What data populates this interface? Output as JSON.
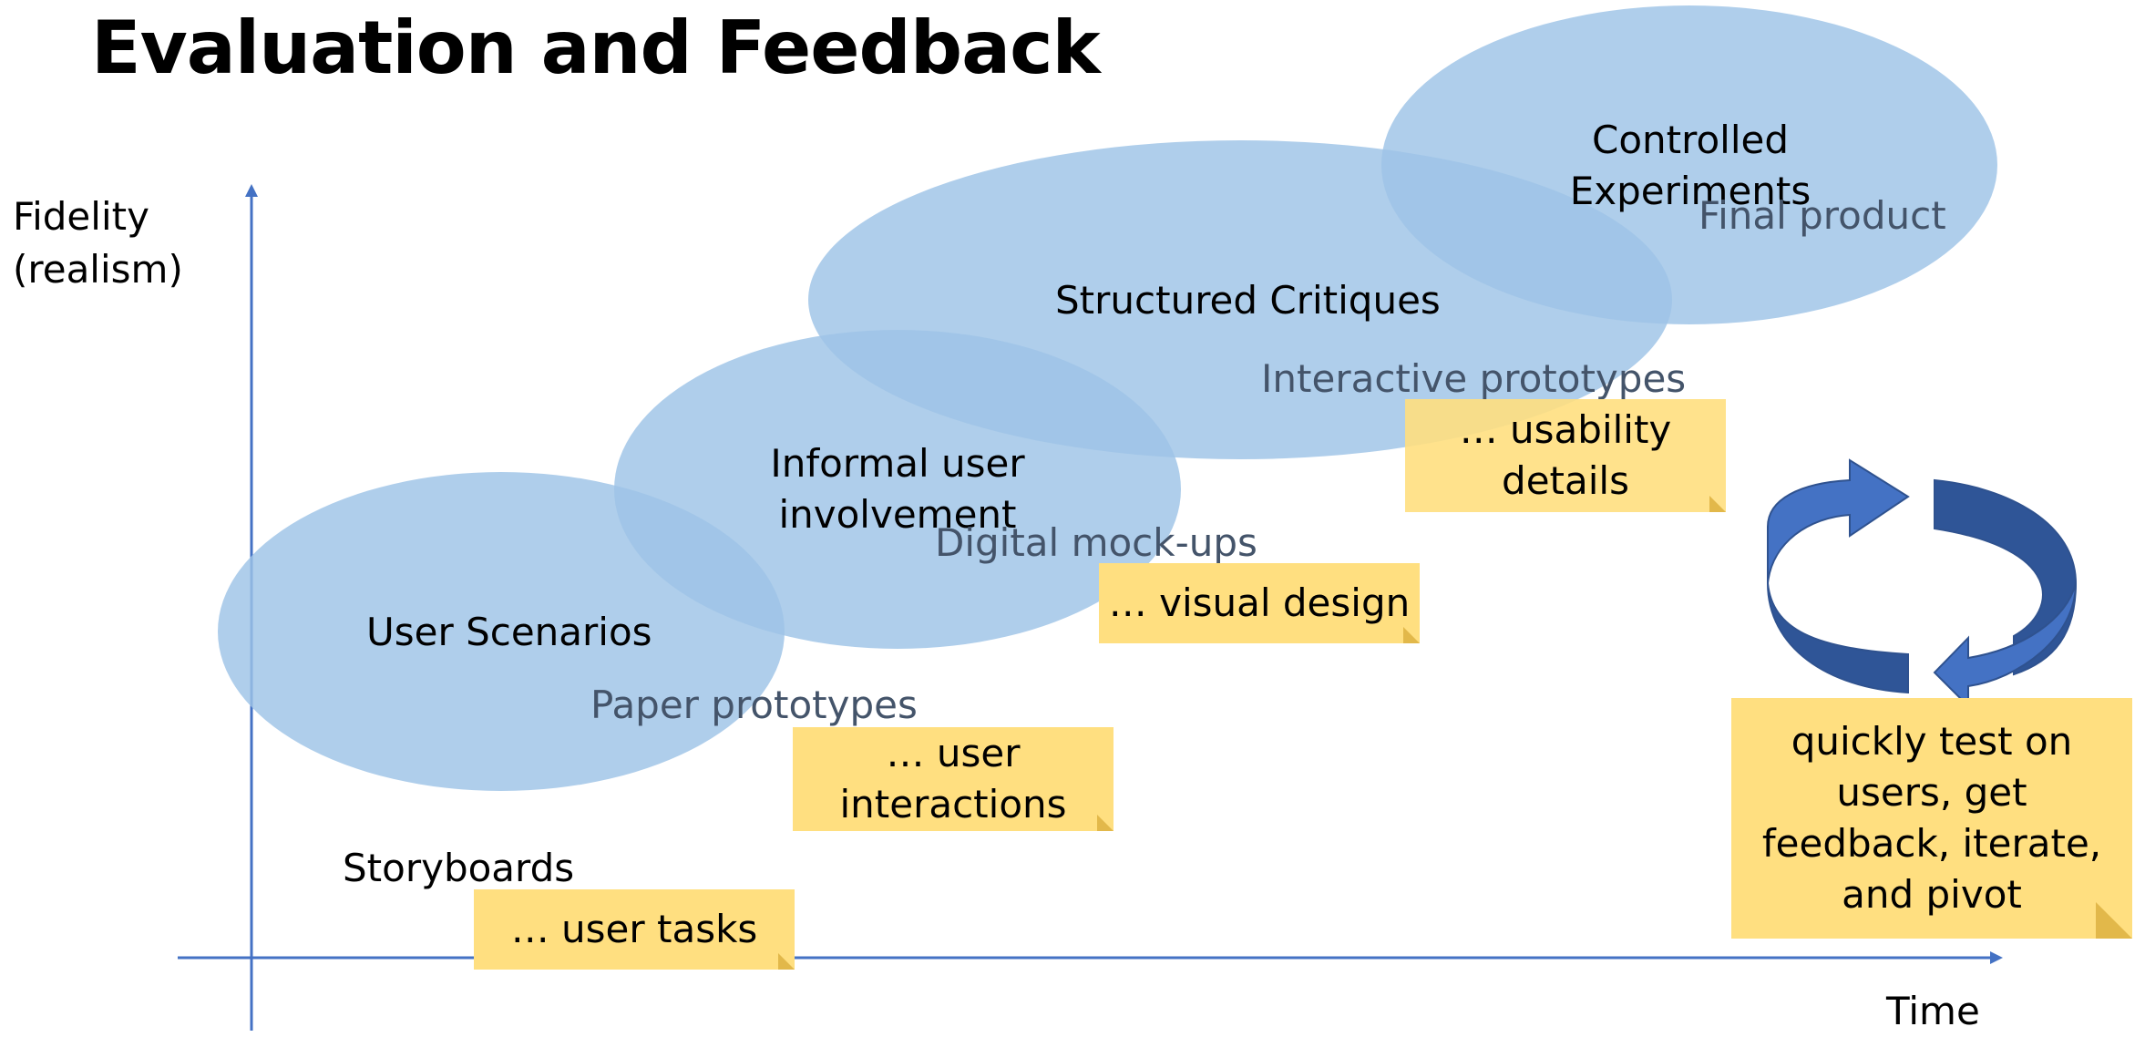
{
  "title": "Evaluation and Feedback",
  "axes": {
    "y_label_line1": "Fidelity",
    "y_label_line2": "(realism)",
    "x_label": "Time"
  },
  "methods": [
    {
      "line1": "User Scenarios",
      "line2": ""
    },
    {
      "line1": "Informal user",
      "line2": "involvement"
    },
    {
      "line1": "Structured Critiques",
      "line2": ""
    },
    {
      "line1": "Controlled",
      "line2": "Experiments"
    }
  ],
  "prototypes": [
    "Storyboards",
    "Paper prototypes",
    "Digital mock-ups",
    "Interactive prototypes",
    "Final product"
  ],
  "notes": [
    {
      "line1": "… user tasks",
      "line2": ""
    },
    {
      "line1": "… user",
      "line2": "interactions"
    },
    {
      "line1": "… visual design",
      "line2": ""
    },
    {
      "line1": "… usability",
      "line2": "details"
    }
  ],
  "cycle_note": {
    "line1": "quickly test on",
    "line2": "users, get",
    "line3": "feedback, iterate,",
    "line4": "and pivot"
  },
  "colors": {
    "ellipse": "#9dc3e6",
    "axis": "#4472c4",
    "note": "#ffdf80",
    "cycle_arrow": "#4472c4"
  }
}
